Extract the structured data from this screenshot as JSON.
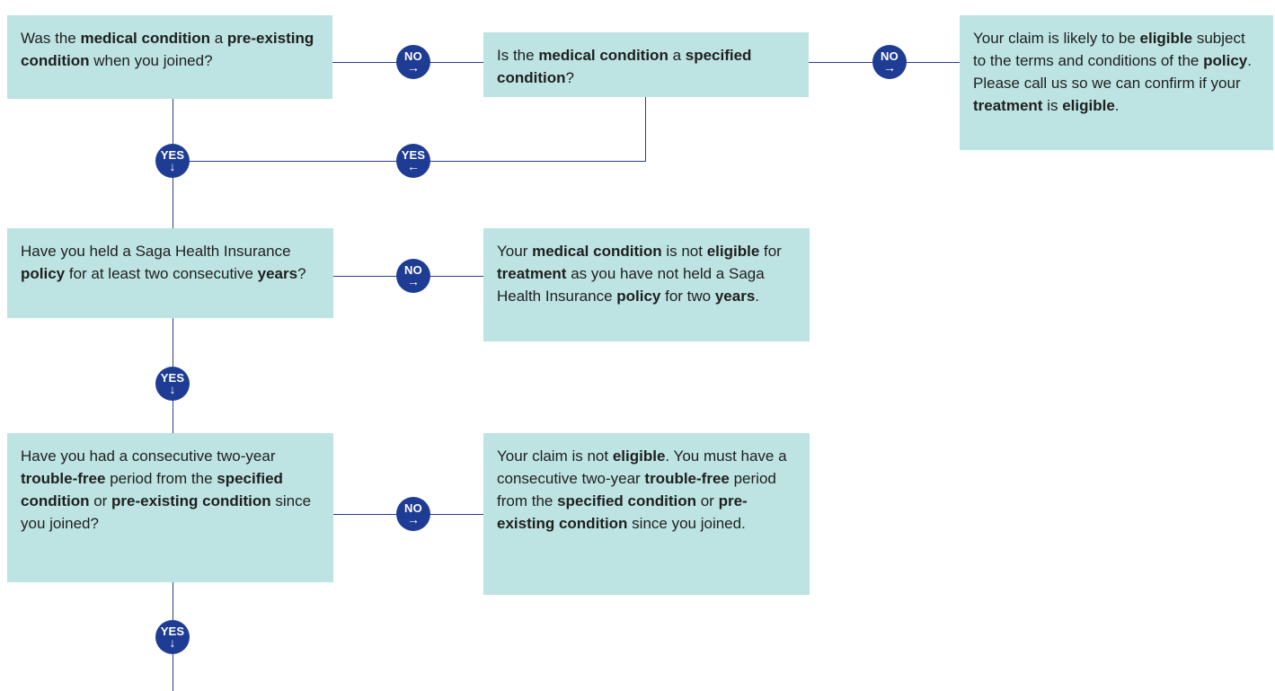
{
  "colors": {
    "box_fill": "#bde3e3",
    "badge_fill": "#1f3c95",
    "connector": "#2a3f8c"
  },
  "badges": {
    "yes": "YES",
    "no": "NO"
  },
  "arrows": {
    "right": "→",
    "left": "←",
    "down": "↓"
  },
  "boxes": {
    "q1": [
      {
        "t": "Was the "
      },
      {
        "t": "medical condition",
        "b": true
      },
      {
        "t": " a "
      },
      {
        "t": "pre-existing condition",
        "b": true
      },
      {
        "t": " when you joined?"
      }
    ],
    "q2": [
      {
        "t": "Is the "
      },
      {
        "t": "medical condition",
        "b": true
      },
      {
        "t": " a "
      },
      {
        "t": "specified condition",
        "b": true
      },
      {
        "t": "?"
      }
    ],
    "o1": [
      {
        "t": "Your claim is likely to be "
      },
      {
        "t": "eligible",
        "b": true
      },
      {
        "t": " subject to the terms and conditions of the "
      },
      {
        "t": "policy",
        "b": true
      },
      {
        "t": ". Please call us so we can confirm if your "
      },
      {
        "t": "treatment",
        "b": true
      },
      {
        "t": " is "
      },
      {
        "t": "eligible",
        "b": true
      },
      {
        "t": "."
      }
    ],
    "q3": [
      {
        "t": "Have you held a Saga Health Insurance "
      },
      {
        "t": "policy",
        "b": true
      },
      {
        "t": " for at least two consecutive "
      },
      {
        "t": "years",
        "b": true
      },
      {
        "t": "?"
      }
    ],
    "o2": [
      {
        "t": "Your "
      },
      {
        "t": "medical condition",
        "b": true
      },
      {
        "t": " is not "
      },
      {
        "t": "eligible",
        "b": true
      },
      {
        "t": " for "
      },
      {
        "t": "treatment",
        "b": true
      },
      {
        "t": " as you have not held a Saga Health Insurance "
      },
      {
        "t": "policy",
        "b": true
      },
      {
        "t": " for two "
      },
      {
        "t": "years",
        "b": true
      },
      {
        "t": "."
      }
    ],
    "q4": [
      {
        "t": "Have you had a consecutive two-year "
      },
      {
        "t": "trouble-free",
        "b": true
      },
      {
        "t": " period from the "
      },
      {
        "t": "specified condition",
        "b": true
      },
      {
        "t": " or "
      },
      {
        "t": "pre-existing condition",
        "b": true
      },
      {
        "t": " since you joined?"
      }
    ],
    "o3": [
      {
        "t": "Your claim is not "
      },
      {
        "t": "eligible",
        "b": true
      },
      {
        "t": ". You must have a consecutive two-year "
      },
      {
        "t": "trouble-free",
        "b": true
      },
      {
        "t": " period from the "
      },
      {
        "t": "specified condition",
        "b": true
      },
      {
        "t": " or "
      },
      {
        "t": "pre-existing condition",
        "b": true
      },
      {
        "t": " since you joined."
      }
    ]
  }
}
